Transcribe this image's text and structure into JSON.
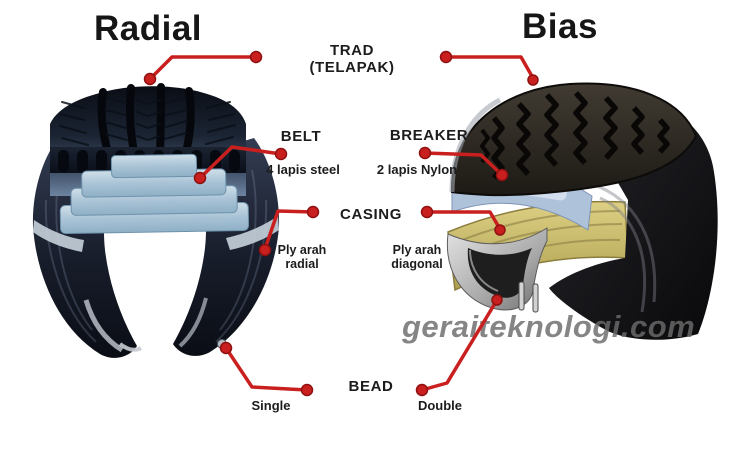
{
  "titles": {
    "left": "Radial",
    "right": "Bias"
  },
  "labels": {
    "tread": {
      "line1": "TRAD",
      "line2": "(TELAPAK)"
    },
    "belt": {
      "title": "BELT",
      "subtitle": "4 lapis steel"
    },
    "breaker": {
      "title": "BREAKER",
      "subtitle": "2 lapis Nylon"
    },
    "casing": {
      "title": "CASING"
    },
    "ply_radial": {
      "line1": "Ply arah",
      "line2": "radial"
    },
    "ply_diagonal": {
      "line1": "Ply arah",
      "line2": "diagonal"
    },
    "bead": {
      "title": "BEAD",
      "left_sub": "Single",
      "right_sub": "Double"
    }
  },
  "watermark": {
    "text": "geraiteknologi.com",
    "color": "#6b6b6b"
  },
  "colors": {
    "background": "#ffffff",
    "leader_red": "#c9201f",
    "leader_dot_red": "#a81414",
    "tire_dark_navy": "#12141d",
    "radial_belt_blue": "#a9c3d6",
    "bias_breaker_blue": "#aec2da",
    "bias_breaker_inner_blue": "#d4deee",
    "bias_casing_yellow": "#cfc26d",
    "inner_liner_gray": "#b5b5b5",
    "label_text": "#1c1c1c"
  }
}
